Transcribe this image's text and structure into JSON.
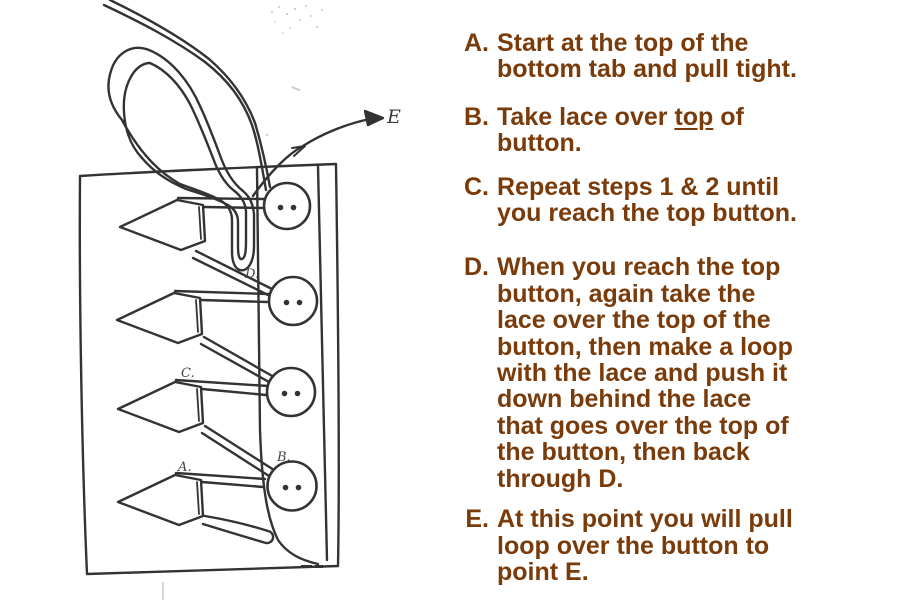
{
  "page": {
    "background": "#ffffff"
  },
  "instructions": {
    "text_color": "#7a3b0a",
    "items": [
      {
        "letter": "A.",
        "lines": [
          "Start at the top of the",
          "bottom tab and pull tight."
        ]
      },
      {
        "letter": "B.",
        "lines": [
          "Take lace over _top_ of",
          "button."
        ]
      },
      {
        "letter": "C.",
        "lines": [
          "Repeat steps 1 & 2 until",
          "you reach the top button."
        ]
      },
      {
        "letter": "D.",
        "lines": [
          "When you reach the top",
          "button, again take the",
          "lace over the top of the",
          "button, then make a loop",
          "with the lace and push it",
          "down behind the lace",
          "that goes over the top of",
          "the button, then back",
          "through D."
        ]
      },
      {
        "letter": "E.",
        "lines": [
          "At this point you will pull",
          "loop over the button to",
          "point E."
        ]
      }
    ]
  },
  "diagram": {
    "ink_color": "#333333",
    "labels": {
      "a": "A.",
      "b": "B.",
      "c": "C.",
      "d": "D.",
      "e": "E"
    }
  }
}
